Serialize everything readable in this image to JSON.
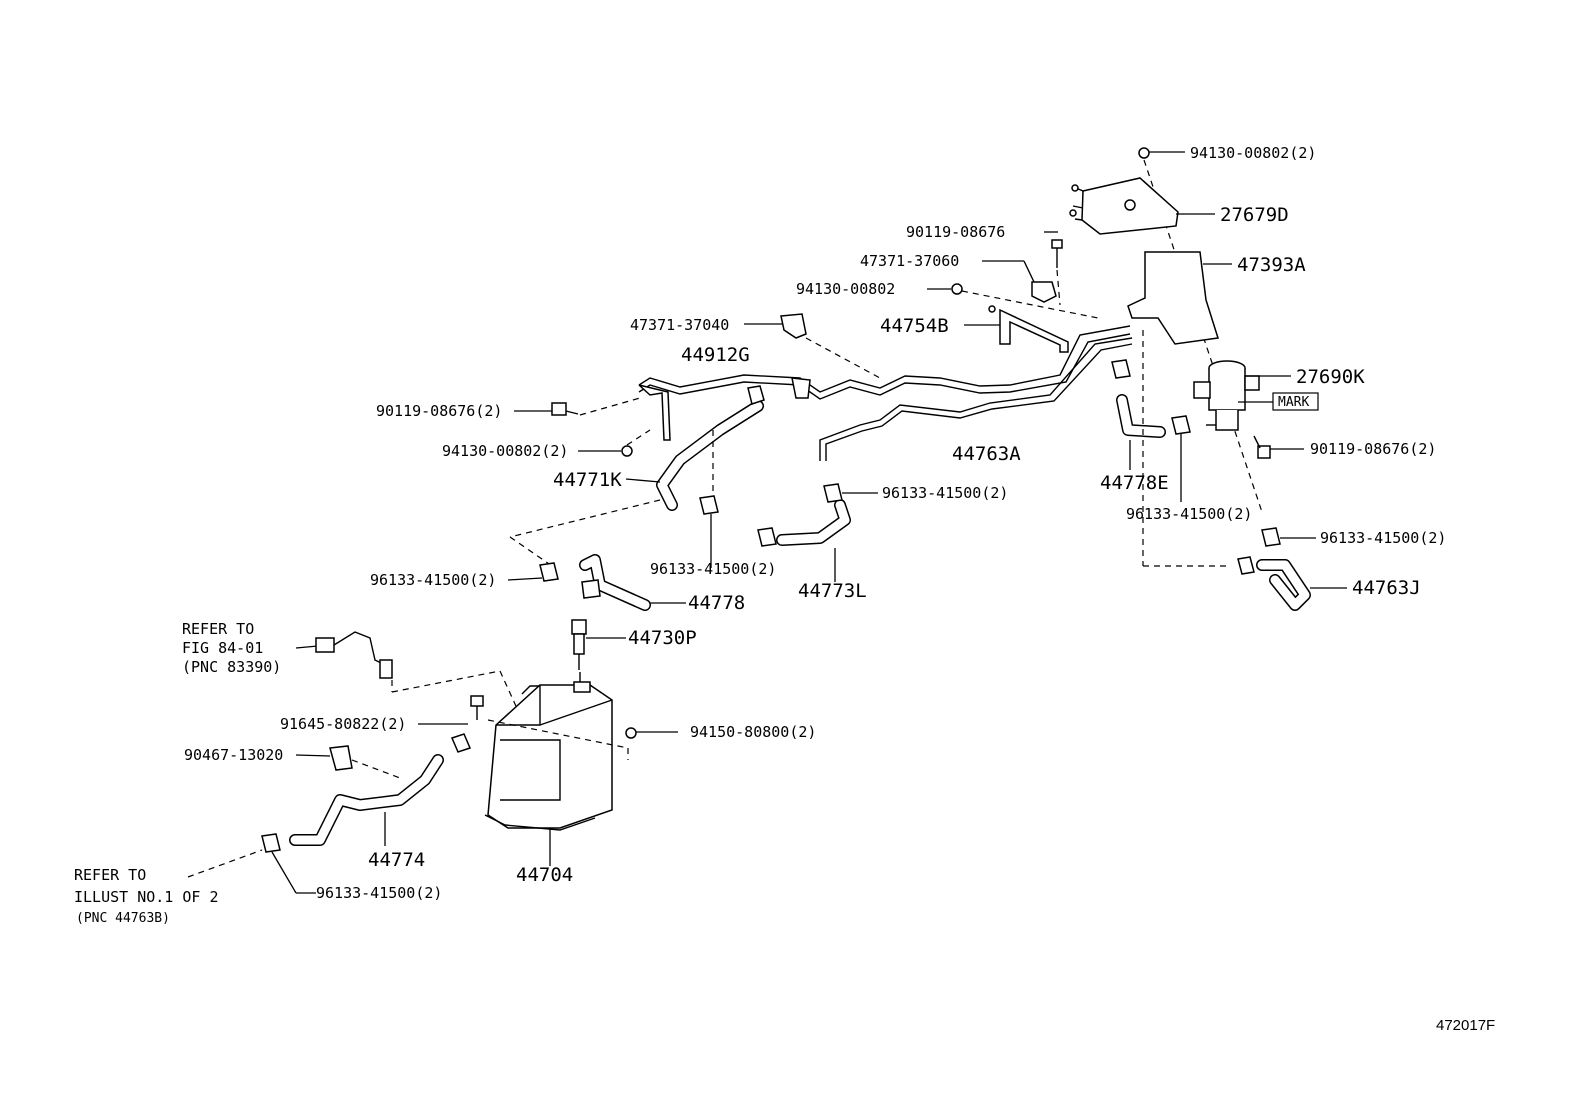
{
  "labels": {
    "p94130_00802_2_top": "94130-00802(2)",
    "p27679D": "27679D",
    "p90119_08676_top": "90119-08676",
    "p47393A": "47393A",
    "p47371_37060": "47371-37060",
    "p94130_00802_mid": "94130-00802",
    "p47371_37040": "47371-37040",
    "p44754B": "44754B",
    "p27690K": "27690K",
    "mark": "MARK",
    "p44912G": "44912G",
    "p90119_08676_2_left": "90119-08676(2)",
    "p90119_08676_2_right": "90119-08676(2)",
    "p94130_00802_2_left": "94130-00802(2)",
    "p44763A": "44763A",
    "p44771K": "44771K",
    "p44778E": "44778E",
    "p96133_41500_2_a": "96133-41500(2)",
    "p96133_41500_2_b": "96133-41500(2)",
    "p96133_41500_2_c": "96133-41500(2)",
    "p96133_41500_2_d": "96133-41500(2)",
    "p96133_41500_2_e": "96133-41500(2)",
    "p96133_41500_2_f": "96133-41500(2)",
    "p44763J": "44763J",
    "p44773L": "44773L",
    "p44778": "44778",
    "p44730P": "44730P",
    "p91645_80822_2": "91645-80822(2)",
    "p94150_80800_2": "94150-80800(2)",
    "p90467_13020": "90467-13020",
    "p44774": "44774",
    "p44704": "44704"
  },
  "refer_notes": {
    "fig": [
      "REFER TO",
      "FIG 84-01",
      "(PNC 83390)"
    ],
    "illust": [
      "REFER TO",
      "ILLUST NO.1 OF 2",
      "(PNC 44763B)"
    ]
  },
  "figure_id": "472017F"
}
